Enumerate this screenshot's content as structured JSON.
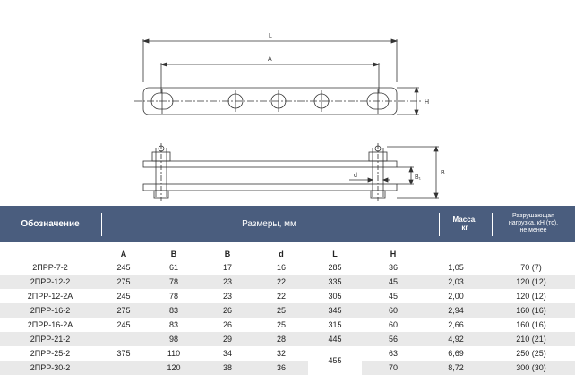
{
  "drawing": {
    "dim_L": "L",
    "dim_A": "A",
    "dim_H": "H",
    "dim_B": "B",
    "dim_B1": "B₁",
    "dim_d": "d"
  },
  "header": {
    "designation": "Обозначение",
    "dimensions": "Размеры, мм",
    "mass_line1": "Масса,",
    "mass_line2": "кг",
    "load_line1": "Разрушающая",
    "load_line2": "нагрузка, кН (тс),",
    "load_line3": "не менее"
  },
  "subheaders": [
    "A",
    "B",
    "B",
    "d",
    "L",
    "H"
  ],
  "rows": [
    {
      "name": "2ПРР-7-2",
      "A": "245",
      "B": "61",
      "B1": "17",
      "d": "16",
      "L": "285",
      "H": "36",
      "mass": "1,05",
      "load": "70 (7)"
    },
    {
      "name": "2ПРР-12-2",
      "A": "275",
      "B": "78",
      "B1": "23",
      "d": "22",
      "L": "335",
      "H": "45",
      "mass": "2,03",
      "load": "120 (12)"
    },
    {
      "name": "2ПРР-12-2А",
      "A": "245",
      "B": "78",
      "B1": "23",
      "d": "22",
      "L": "305",
      "H": "45",
      "mass": "2,00",
      "load": "120 (12)"
    },
    {
      "name": "2ПРР-16-2",
      "A": "275",
      "B": "83",
      "B1": "26",
      "d": "25",
      "L": "345",
      "H": "60",
      "mass": "2,94",
      "load": "160 (16)"
    },
    {
      "name": "2ПРР-16-2А",
      "A": "245",
      "B": "83",
      "B1": "26",
      "d": "25",
      "L": "315",
      "H": "60",
      "mass": "2,66",
      "load": "160 (16)"
    },
    {
      "name": "2ПРР-21-2",
      "A": "",
      "B": "98",
      "B1": "29",
      "d": "28",
      "L": "445",
      "H": "56",
      "mass": "4,92",
      "load": "210 (21)"
    },
    {
      "name": "2ПРР-25-2",
      "A": "375",
      "B": "110",
      "B1": "34",
      "d": "32",
      "L": "455",
      "H": "63",
      "mass": "6,69",
      "load": "250 (25)"
    },
    {
      "name": "2ПРР-30-2",
      "A": "",
      "B": "120",
      "B1": "38",
      "d": "36",
      "L": "",
      "H": "70",
      "mass": "8,72",
      "load": "300 (30)"
    }
  ]
}
